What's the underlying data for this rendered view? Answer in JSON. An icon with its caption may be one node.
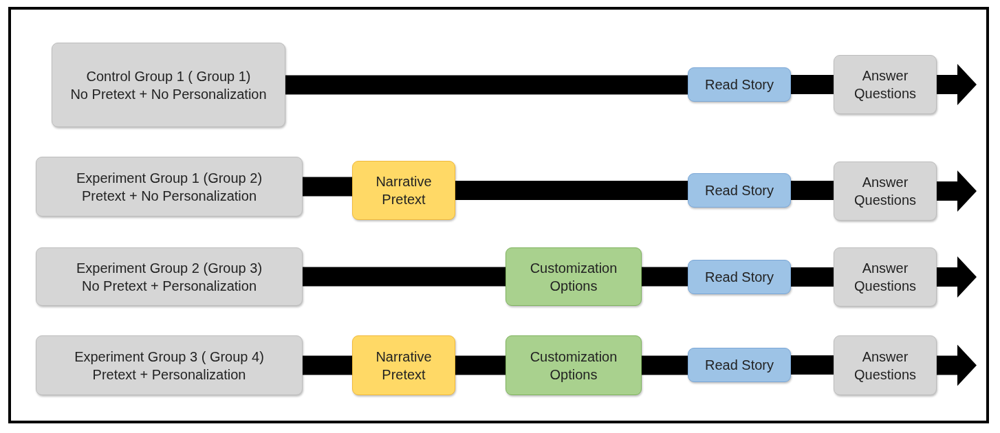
{
  "diagram": {
    "nodes": [
      {
        "text": [
          "Control Group 1 ( Group 1)",
          "No Pretext + No Personalization"
        ]
      },
      {
        "text": [
          "Read Story"
        ]
      },
      {
        "text": [
          "Answer Questions"
        ]
      },
      {
        "text": [
          "Experiment Group 1 (Group 2)",
          "Pretext + No Personalization"
        ]
      },
      {
        "text": [
          "Narrative Pretext"
        ]
      },
      {
        "text": [
          "Read Story"
        ]
      },
      {
        "text": [
          "Answer Questions"
        ]
      },
      {
        "text": [
          "Experiment Group 2 (Group 3)",
          "No Pretext + Personalization"
        ]
      },
      {
        "text": [
          "Customization Options"
        ]
      },
      {
        "text": [
          "Read Story"
        ]
      },
      {
        "text": [
          "Answer Questions"
        ]
      },
      {
        "text": [
          "Experiment Group 3 ( Group 4)",
          "Pretext + Personalization"
        ]
      },
      {
        "text": [
          "Narrative Pretext"
        ]
      },
      {
        "text": [
          "Customization Options"
        ]
      },
      {
        "text": [
          "Read Story"
        ]
      },
      {
        "text": [
          "Answer Questions"
        ]
      }
    ],
    "edges": [
      {
        "from": 0,
        "to": 1,
        "arrow": "none"
      },
      {
        "from": 1,
        "to": 2,
        "arrow": "none"
      },
      {
        "from": 2,
        "to": null,
        "arrow": "to"
      },
      {
        "from": 3,
        "to": 4,
        "arrow": "none"
      },
      {
        "from": 4,
        "to": 5,
        "arrow": "none"
      },
      {
        "from": 5,
        "to": 6,
        "arrow": "none"
      },
      {
        "from": 6,
        "to": null,
        "arrow": "to"
      },
      {
        "from": 7,
        "to": 8,
        "arrow": "none"
      },
      {
        "from": 8,
        "to": 9,
        "arrow": "none"
      },
      {
        "from": 9,
        "to": 10,
        "arrow": "none"
      },
      {
        "from": 10,
        "to": null,
        "arrow": "to"
      },
      {
        "from": 11,
        "to": 12,
        "arrow": "none"
      },
      {
        "from": 12,
        "to": 13,
        "arrow": "none"
      },
      {
        "from": 13,
        "to": 14,
        "arrow": "none"
      },
      {
        "from": 14,
        "to": 15,
        "arrow": "none"
      },
      {
        "from": 15,
        "to": null,
        "arrow": "to"
      }
    ]
  }
}
